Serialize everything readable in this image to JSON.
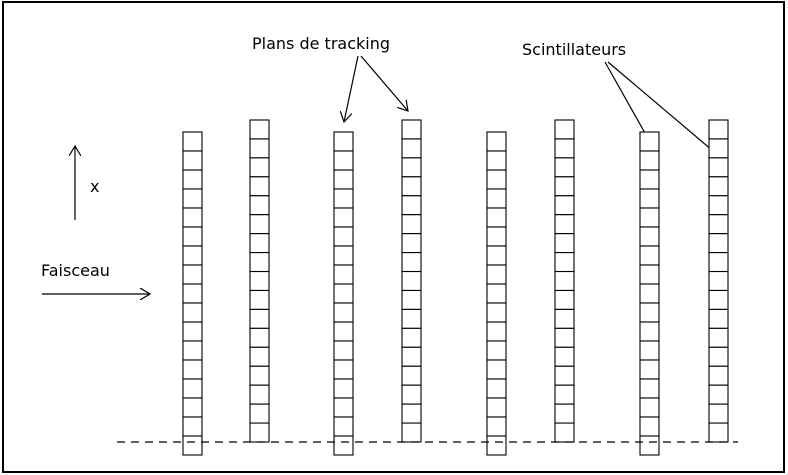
{
  "labels": {
    "axis": "x",
    "beam": "Faisceau",
    "tracking_planes": "Plans de tracking",
    "scintillators": "Scintillateurs"
  },
  "colors": {
    "stroke": "#000000",
    "background": "#ffffff"
  }
}
